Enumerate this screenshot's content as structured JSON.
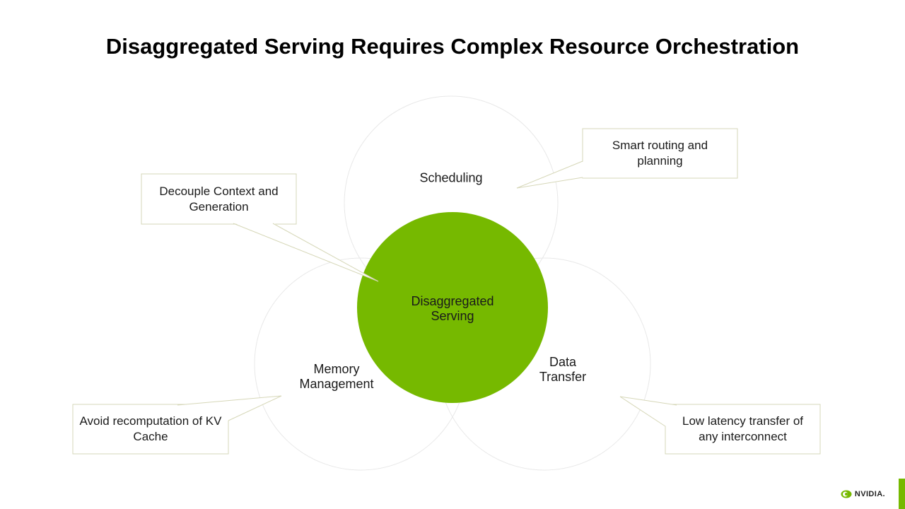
{
  "title": "Disaggregated Serving Requires Complex Resource Orchestration",
  "circles": {
    "scheduling": {
      "label": "Scheduling"
    },
    "memory": {
      "line1": "Memory",
      "line2": "Management"
    },
    "data": {
      "line1": "Data",
      "line2": "Transfer"
    },
    "center": {
      "line1": "Disaggregated",
      "line2": "Serving"
    }
  },
  "callouts": {
    "smart": {
      "line1": "Smart routing and",
      "line2": "planning"
    },
    "decouple": {
      "line1": "Decouple Context and",
      "line2": "Generation"
    },
    "avoid": {
      "line1": "Avoid recomputation of KV",
      "line2": "Cache"
    },
    "low": {
      "line1": "Low latency transfer of",
      "line2": "any interconnect"
    }
  },
  "colors": {
    "nvidia_green": "#76b900",
    "callout_border": "#d6d7b8",
    "circle_outline": "#e8e8e8",
    "title_text": "#000000"
  },
  "footer": {
    "brand": "NVIDIA."
  }
}
